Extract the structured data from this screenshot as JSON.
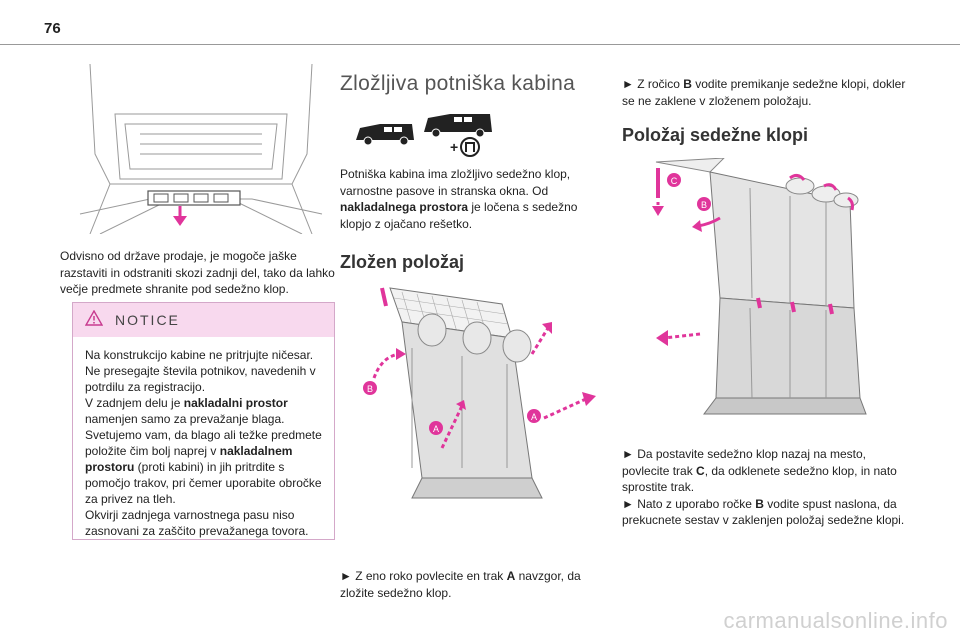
{
  "page_number": "76",
  "col1": {
    "paragraph": "Odvisno od države prodaje, je mogoče jaške razstaviti in odstraniti skozi zadnji del, tako da lahko večje predmete shranite pod sedežno klop.",
    "notice": {
      "title": "NOTICE",
      "text": [
        {
          "t": "Na konstrukcijo kabine ne pritrjujte ničesar. Ne presegajte števila potnikov, navedenih v potrdilu za registracijo."
        },
        {
          "t": "V zadnjem delu je "
        },
        {
          "b": "nakladalni prostor"
        },
        {
          "t": " namenjen samo za prevažanje blaga. Svetujemo vam, da blago ali težke predmete položite čim bolj naprej v "
        },
        {
          "b": "nakladalnem prostoru"
        },
        {
          "t": " (proti kabini) in jih pritrdite s pomočjo trakov, pri čemer uporabite obročke za privez na tleh."
        },
        {
          "t": "Okvirji zadnjega varnostnega pasu niso zasnovani za zaščito prevažanega tovora."
        }
      ]
    }
  },
  "col2": {
    "title": "Zložljiva potniška kabina",
    "intro_1": "Potniška kabina ima zložljivo sedežno klop, varnostne pasove in stranska okna. Od ",
    "intro_bold": "nakladalnega prostora",
    "intro_2": " je ločena s sedežno klopjo z ojačano rešetko.",
    "section_title": "Zložen položaj",
    "step": "► Z eno roko povlecite en trak ",
    "step_bold": "A",
    "step_end": " navzgor, da zložite sedežno klop.",
    "labels": {
      "a": "A",
      "b": "B",
      "plus": "+"
    }
  },
  "col3": {
    "top_1": "► Z ročico ",
    "top_bold": "B",
    "top_2": " vodite premikanje sedežne klopi, dokler se ne zaklene v zloženem položaju.",
    "section_title": "Položaj sedežne klopi",
    "step1_a": "► Da postavite sedežno klop nazaj na mesto, povlecite trak ",
    "step1_bold": "C",
    "step1_b": ", da odklenete sedežno klop, in nato sprostite trak.",
    "step2_a": "► Nato z uporabo ročke ",
    "step2_bold": "B",
    "step2_b": " vodite spust naslona, da prekucnete sestav v zaklenjen položaj sedežne klopi.",
    "labels": {
      "b": "B",
      "c": "C"
    }
  },
  "footer": "carmanualsonline.info",
  "colors": {
    "accent": "#e0359b",
    "notice_bg": "#f8d9ee"
  }
}
